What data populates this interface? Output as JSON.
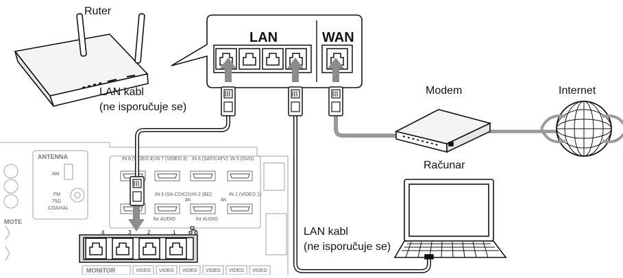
{
  "labels": {
    "router": "Ruter",
    "lan": "LAN",
    "wan": "WAN",
    "modem": "Modem",
    "internet": "Internet",
    "computer": "Računar",
    "lan_cable_1_line1": "LAN kabl",
    "lan_cable_1_line2": "(ne isporučuje se)",
    "lan_cable_2_line1": "LAN kabl",
    "lan_cable_2_line2": "(ne isporučuje se)"
  },
  "rear_panel": {
    "antenna": "ANTENNA",
    "am": "AM",
    "fm": "FM",
    "ohm": "75Ω",
    "coaxial": "COAXIAL",
    "remote": "MOTE",
    "monitor": "MONITOR",
    "video": "VIDEO",
    "port_numbers": [
      "4",
      "3",
      "2",
      "1"
    ],
    "hdmi_top": [
      "IN 8 (VIDEO 4)",
      "IN 7 (VIDEO 3)",
      "IN 6 (SAT/CATV)",
      "IN 5 (DVD)"
    ],
    "hdmi_bottom": [
      "IN 3 (SA-CD/CD)",
      "IN 2 (BD)",
      "IN 1 (VIDEO 1)"
    ],
    "for_audio": "for AUDIO",
    "badge_4k": "4K"
  },
  "colors": {
    "line": "#111111",
    "arrow": "#8c8c8c",
    "cable_gray": "#9a9a9a",
    "panel_gray": "#b5b5b5"
  }
}
